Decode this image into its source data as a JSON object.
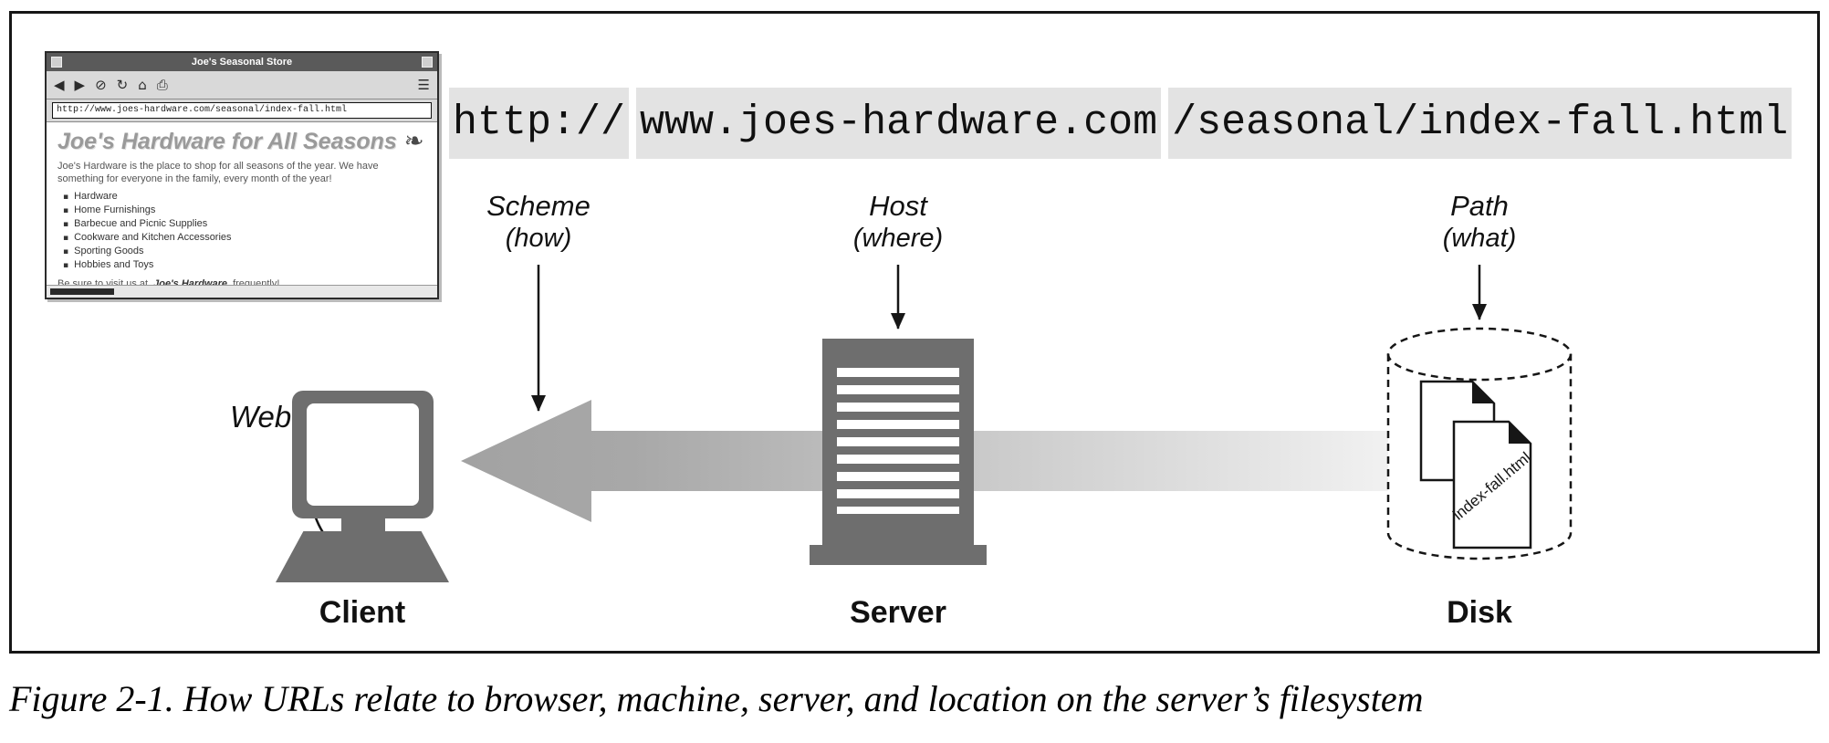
{
  "caption": "Figure 2-1. How URLs relate to browser, machine, server, and location on the server’s filesystem",
  "url": {
    "scheme": "http://",
    "host": "www.joes-hardware.com",
    "path": "/seasonal/index-fall.html"
  },
  "annotations": {
    "scheme_title": "Scheme",
    "scheme_sub": "(how)",
    "host_title": "Host",
    "host_sub": "(where)",
    "path_title": "Path",
    "path_sub": "(what)",
    "web_page": "Web page"
  },
  "nodes": {
    "client": "Client",
    "server": "Server",
    "disk": "Disk",
    "disk_file": "index-fall.html"
  },
  "browser": {
    "window_title": "Joe's Seasonal Store",
    "address": "http://www.joes-hardware.com/seasonal/index-fall.html",
    "heading": "Joe's Hardware for All Seasons",
    "intro": "Joe's Hardware is the place to shop for all seasons of the year. We have something for everyone in the family, every month of the year!",
    "items": [
      "Hardware",
      "Home Furnishings",
      "Barbecue and Picnic Supplies",
      "Cookware and Kitchen Accessories",
      "Sporting Goods",
      "Hobbies and Toys"
    ],
    "footer_pre": "Be sure to visit us at",
    "footer_link": "Joe's Hardware",
    "footer_post": "frequently!",
    "icons": {
      "back": "◀",
      "forward": "▶",
      "stop": "⊘",
      "refresh": "↻",
      "home": "⌂",
      "print": "⎙",
      "menu": "☰",
      "leaf": "❧",
      "bullet": "▪"
    }
  },
  "colors": {
    "icon_gray": "#6e6e6e",
    "arrow_gray": "#a6a6a6",
    "url_bg": "#e3e3e3",
    "ink": "#161616"
  }
}
